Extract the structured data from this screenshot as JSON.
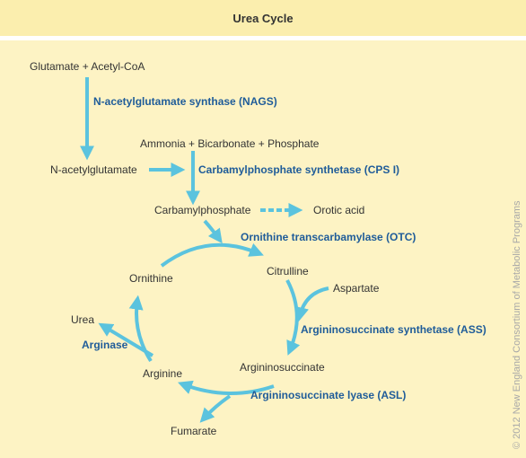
{
  "title": "Urea Cycle",
  "colors": {
    "arrow": "#5bc3de",
    "enzyme": "#1f5c99",
    "text": "#333333",
    "background": "#fdf3c4",
    "header_bg": "#fbeeae"
  },
  "nodes": {
    "glutamate_acetylcoa": "Glutamate + Acetyl-CoA",
    "ammonia_bicarbonate_phosphate": "Ammonia + Bicarbonate + Phosphate",
    "n_acetylglutamate": "N-acetylglutamate",
    "carbamylphosphate": "Carbamylphosphate",
    "orotic_acid": "Orotic acid",
    "ornithine": "Ornithine",
    "citrulline": "Citrulline",
    "aspartate": "Aspartate",
    "urea": "Urea",
    "arginine": "Arginine",
    "argininosuccinate": "Argininosuccinate",
    "fumarate": "Fumarate"
  },
  "enzymes": {
    "nags": "N-acetylglutamate synthase (NAGS)",
    "cps1": "Carbamylphosphate synthetase (CPS I)",
    "otc": "Ornithine transcarbamylase (OTC)",
    "ass": "Argininosuccinate synthetase (ASS)",
    "arginase": "Arginase",
    "asl": "Argininosuccinate lyase (ASL)"
  },
  "copyright": "© 2012 New England Consortium of Metabolic Programs"
}
